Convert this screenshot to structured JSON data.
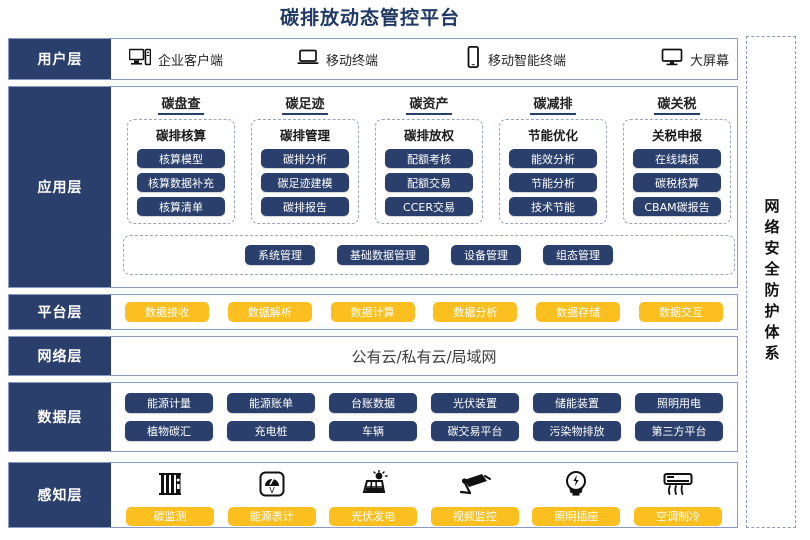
{
  "title": "碳排放动态管控平台",
  "colors": {
    "navy": "#2B3F6C",
    "yellow": "#FBBF20",
    "title_blue": "#1F3864",
    "border": "#8A9BBF"
  },
  "security_panel": {
    "label": "网络安全防护体系"
  },
  "layers": {
    "user": {
      "label": "用户层",
      "items": [
        {
          "icon": "desktop-tower-icon",
          "label": "企业客户端"
        },
        {
          "icon": "laptop-icon",
          "label": "移动终端"
        },
        {
          "icon": "smartphone-icon",
          "label": "移动智能终端"
        },
        {
          "icon": "monitor-icon",
          "label": "大屏幕"
        }
      ]
    },
    "application": {
      "label": "应用层",
      "groups": [
        {
          "title": "碳盘查",
          "subtitle": "碳排核算",
          "items": [
            "核算模型",
            "核算数据补充",
            "核算清单"
          ]
        },
        {
          "title": "碳足迹",
          "subtitle": "碳排管理",
          "items": [
            "碳排分析",
            "碳足迹建模",
            "碳排报告"
          ]
        },
        {
          "title": "碳资产",
          "subtitle": "碳排放权",
          "items": [
            "配额考核",
            "配额交易",
            "CCER交易"
          ]
        },
        {
          "title": "碳减排",
          "subtitle": "节能优化",
          "items": [
            "能效分析",
            "节能分析",
            "技术节能"
          ]
        },
        {
          "title": "碳关税",
          "subtitle": "关税申报",
          "items": [
            "在线填报",
            "碳税核算",
            "CBAM碳报告"
          ]
        }
      ],
      "management": [
        "系统管理",
        "基础数据管理",
        "设备管理",
        "组态管理"
      ]
    },
    "platform": {
      "label": "平台层",
      "items": [
        "数据接收",
        "数据解析",
        "数据计算",
        "数据分析",
        "数据存储",
        "数据交互"
      ]
    },
    "network": {
      "label": "网络层",
      "text": "公有云/私有云/局域网"
    },
    "data": {
      "label": "数据层",
      "row1": [
        "能源计量",
        "能源账单",
        "台账数据",
        "光伏装置",
        "储能装置",
        "照明用电"
      ],
      "row2": [
        "植物碳汇",
        "充电桩",
        "车辆",
        "碳交易平台",
        "污染物排放",
        "第三方平台"
      ]
    },
    "sense": {
      "label": "感知层",
      "items": [
        {
          "icon": "carbon-monitor-icon",
          "label": "碳监测"
        },
        {
          "icon": "energy-meter-icon",
          "label": "能源表计"
        },
        {
          "icon": "solar-panel-icon",
          "label": "光伏发电"
        },
        {
          "icon": "cctv-camera-icon",
          "label": "视频监控"
        },
        {
          "icon": "light-bulb-icon",
          "label": "照明插座"
        },
        {
          "icon": "air-conditioner-icon",
          "label": "空调制冷"
        }
      ]
    }
  }
}
